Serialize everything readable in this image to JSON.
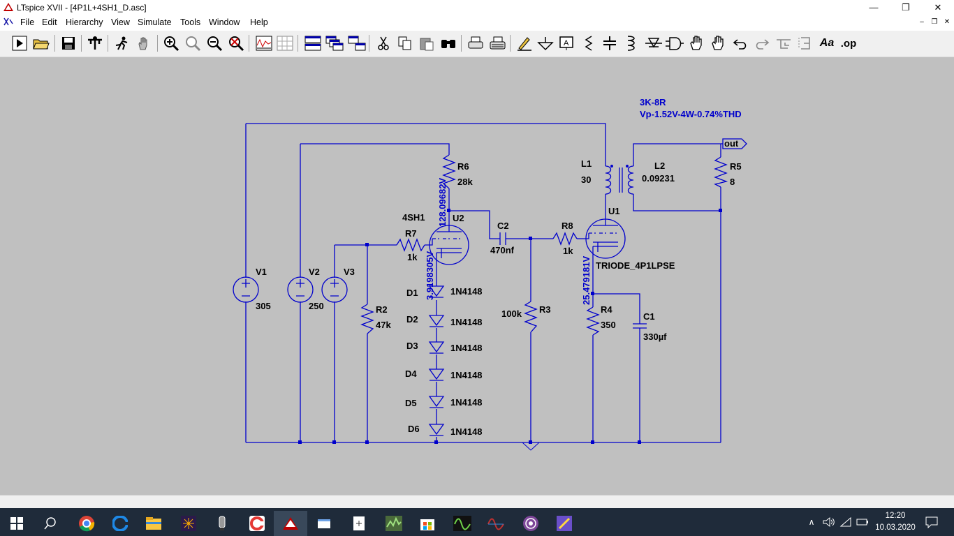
{
  "window": {
    "title": "LTspice XVII - [4P1L+4SH1_D.asc]",
    "minimize": "—",
    "maximize": "❐",
    "close": "✕"
  },
  "menu": {
    "items": [
      "File",
      "Edit",
      "Hierarchy",
      "View",
      "Simulate",
      "Tools",
      "Window",
      "Help"
    ],
    "mdi_minimize": "–",
    "mdi_restore": "❐",
    "mdi_close": "✕"
  },
  "toolbar": {
    "icons": [
      "run-icon",
      "open-icon",
      "save-icon",
      "control-panel-icon",
      "pan-run-icon",
      "hand-icon",
      "zoom-in-icon",
      "zoom-area-icon",
      "zoom-out-icon",
      "zoom-fit-icon",
      "waveform-icon",
      "waveform-grid-icon",
      "tile-horizontal-icon",
      "cascade-icon",
      "tile-vertical-icon",
      "cut-icon",
      "copy-icon",
      "paste-icon",
      "find-icon",
      "print-icon",
      "print-setup-icon",
      "draw-wire-icon",
      "ground-icon",
      "label-net-icon",
      "resistor-icon",
      "capacitor-icon",
      "inductor-icon",
      "diode-icon",
      "component-icon",
      "move-icon",
      "drag-icon",
      "undo-icon",
      "redo-icon",
      "rotate-icon",
      "mirror-icon",
      "text-icon",
      "spice-directive-icon"
    ],
    "text_label": "Aa",
    "op_label": ".op"
  },
  "schematic": {
    "note_line1": "3K-8R",
    "note_line2": "Vp-1.52V-4W-0.74%THD",
    "out_label": "out",
    "components": {
      "V1": {
        "name": "V1",
        "value": "305"
      },
      "V2": {
        "name": "V2",
        "value": "250"
      },
      "V3": {
        "name": "V3",
        "value": ""
      },
      "R2": {
        "name": "R2",
        "value": "47k"
      },
      "R7": {
        "name": "R7",
        "value": "1k"
      },
      "U2": {
        "name": "U2",
        "model": "4SH1"
      },
      "R6": {
        "name": "R6",
        "value": "28k"
      },
      "C2": {
        "name": "C2",
        "value": "470nf"
      },
      "R8": {
        "name": "R8",
        "value": "1k"
      },
      "R3": {
        "name": "R3",
        "value": "100k"
      },
      "U1": {
        "name": "U1",
        "model": "TRIODE_4P1LPSE"
      },
      "L1": {
        "name": "L1",
        "value": "30"
      },
      "L2": {
        "name": "L2",
        "value": "0.09231"
      },
      "R5": {
        "name": "R5",
        "value": "8"
      },
      "R4": {
        "name": "R4",
        "value": "350"
      },
      "C1": {
        "name": "C1",
        "value": "330µf"
      },
      "D1": {
        "name": "D1",
        "value": "1N4148"
      },
      "D2": {
        "name": "D2",
        "value": "1N4148"
      },
      "D3": {
        "name": "D3",
        "value": "1N4148"
      },
      "D4": {
        "name": "D4",
        "value": "1N4148"
      },
      "D5": {
        "name": "D5",
        "value": "1N4148"
      },
      "D6": {
        "name": "D6",
        "value": "1N4148"
      }
    },
    "voltages": {
      "u2_plate": "128.09682V",
      "u2_cathode": "3.9198305V",
      "u1_cathode": "25.479181V"
    },
    "wire_color": "#0000cc",
    "canvas_color": "#c0c0c0"
  },
  "taskbar": {
    "apps": [
      "start-icon",
      "search-icon",
      "chrome-icon",
      "edge-icon",
      "explorer-icon",
      "app-icon-1",
      "tube-app-icon",
      "ccleaner-icon",
      "ltspice-icon",
      "app-icon-2",
      "app-icon-3",
      "chart-app-icon",
      "store-icon",
      "oscilloscope-icon",
      "wave-app-icon",
      "tor-icon",
      "app-icon-4"
    ],
    "time": "12:20",
    "date": "10.03.2020"
  }
}
